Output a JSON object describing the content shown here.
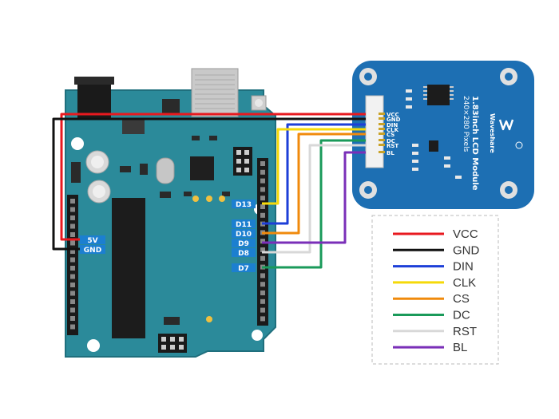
{
  "board": {
    "labels": {
      "vcc_pin": "5V",
      "gnd_pin": "GND",
      "d13": "D13",
      "d11": "D11",
      "d10": "D10",
      "d9": "D9",
      "d8": "D8",
      "d7": "D7"
    }
  },
  "module": {
    "title": "1.83inch LCD Module",
    "resolution": "240×280 Pixels",
    "brand": "Waveshare",
    "pins": [
      "VCC",
      "GND",
      "DIN",
      "CLK",
      "CS",
      "DC",
      "RST",
      "BL"
    ]
  },
  "legend": {
    "items": [
      {
        "label": "VCC",
        "color": "#e8191f"
      },
      {
        "label": "GND",
        "color": "#111111"
      },
      {
        "label": "DIN",
        "color": "#1d3fd8"
      },
      {
        "label": "CLK",
        "color": "#f5d90a"
      },
      {
        "label": "CS",
        "color": "#f08a0c"
      },
      {
        "label": "DC",
        "color": "#1a9a5a"
      },
      {
        "label": "RST",
        "color": "#d8d8d8"
      },
      {
        "label": "BL",
        "color": "#7a2fb8"
      }
    ]
  },
  "colors": {
    "board": "#2b8a9a",
    "board_edge": "#1f6f7d",
    "module": "#1d6fb3",
    "pin_label_bg": "#1c7fd0"
  }
}
